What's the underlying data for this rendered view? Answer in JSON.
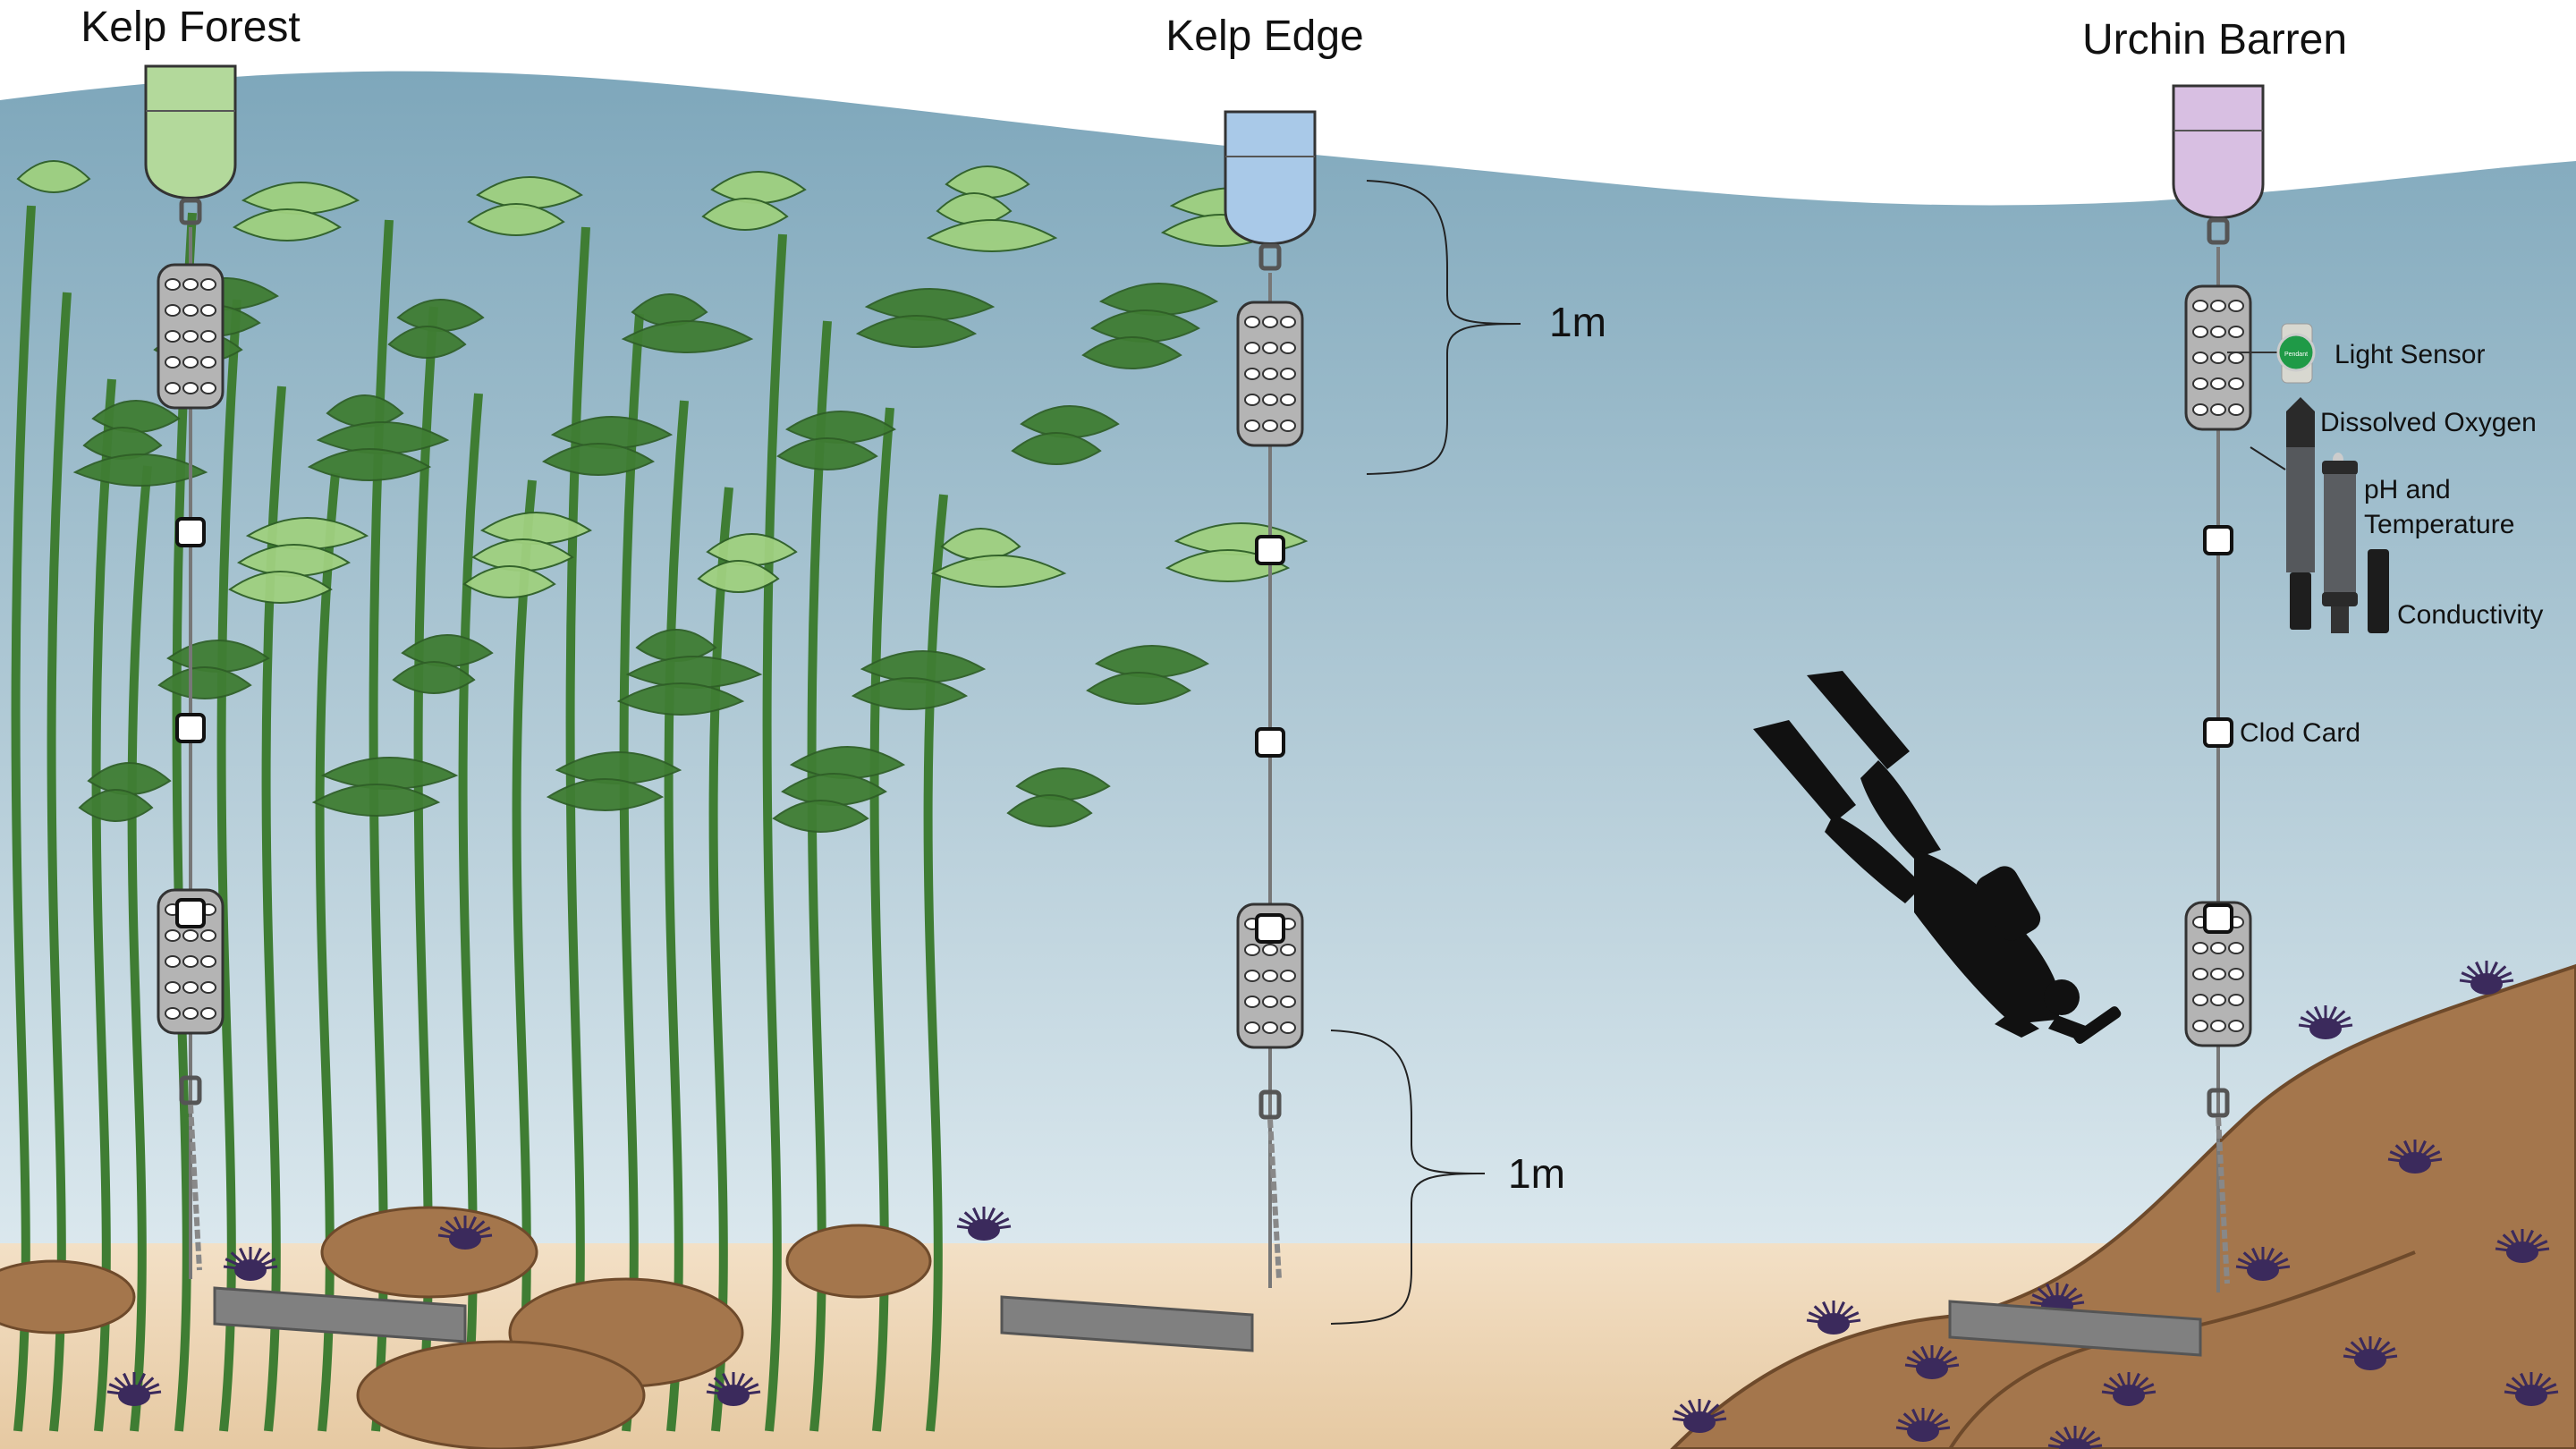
{
  "titles": {
    "kelp_forest": "Kelp Forest",
    "kelp_edge": "Kelp Edge",
    "urchin_barren": "Urchin Barren"
  },
  "scale_labels": {
    "upper": "1m",
    "lower": "1m"
  },
  "sensor_labels": {
    "light_sensor": "Light Sensor",
    "dissolved_oxygen": "Dissolved Oxygen",
    "ph_line1": "pH and",
    "ph_line2": "Temperature",
    "conductivity": "Conductivity",
    "clod_card": "Clod Card"
  },
  "light_sensor_logo": "Pendant",
  "colors": {
    "water_top": "#7ea7bb",
    "water_bottom": "#d8e6ec",
    "sand": "#f1dcc0",
    "kelp_dark": "#3f7d33",
    "kelp_light": "#9fd07f",
    "float_forest": "#b3d99b",
    "float_edge": "#a9c9e8",
    "float_barren": "#d8bfe2",
    "rock": "#a4764c",
    "urchin": "#3b2a5c"
  }
}
